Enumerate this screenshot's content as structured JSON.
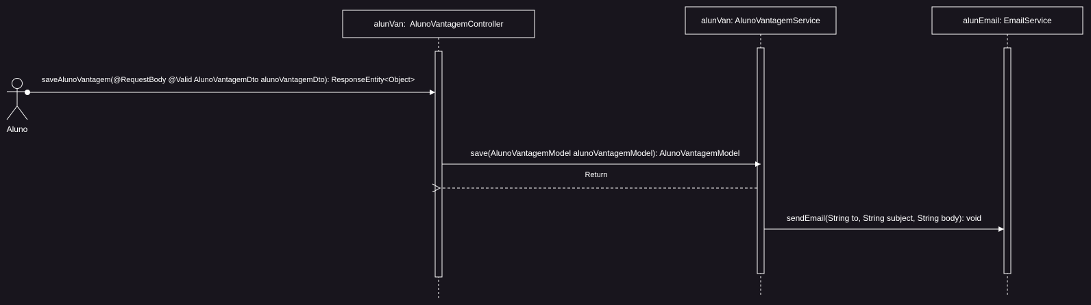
{
  "diagram": {
    "type": "sequence",
    "colors": {
      "background": "#18151d",
      "stroke": "#ffffff",
      "text": "#ffffff"
    },
    "actor": {
      "label": "Aluno"
    },
    "participants": [
      {
        "label": "alunVan:  AlunoVantagemController"
      },
      {
        "label": "alunVan: AlunoVantagemService"
      },
      {
        "label": "alunEmail: EmailService"
      }
    ],
    "messages": [
      {
        "label": "saveAlunoVantagem(@RequestBody @Valid AlunoVantagemDto alunoVantagemDto): ResponseEntity<Object>",
        "from": "Aluno",
        "to": "alunVan:  AlunoVantagemController",
        "kind": "found"
      },
      {
        "label": "save(AlunoVantagemModel alunoVantagemModel): AlunoVantagemModel",
        "from": "alunVan:  AlunoVantagemController",
        "to": "alunVan: AlunoVantagemService",
        "kind": "sync"
      },
      {
        "label": "Return",
        "from": "alunVan: AlunoVantagemService",
        "to": "alunVan:  AlunoVantagemController",
        "kind": "return"
      },
      {
        "label": "sendEmail(String to, String subject, String body): void",
        "from": "alunVan: AlunoVantagemService",
        "to": "alunEmail: EmailService",
        "kind": "sync"
      }
    ]
  }
}
